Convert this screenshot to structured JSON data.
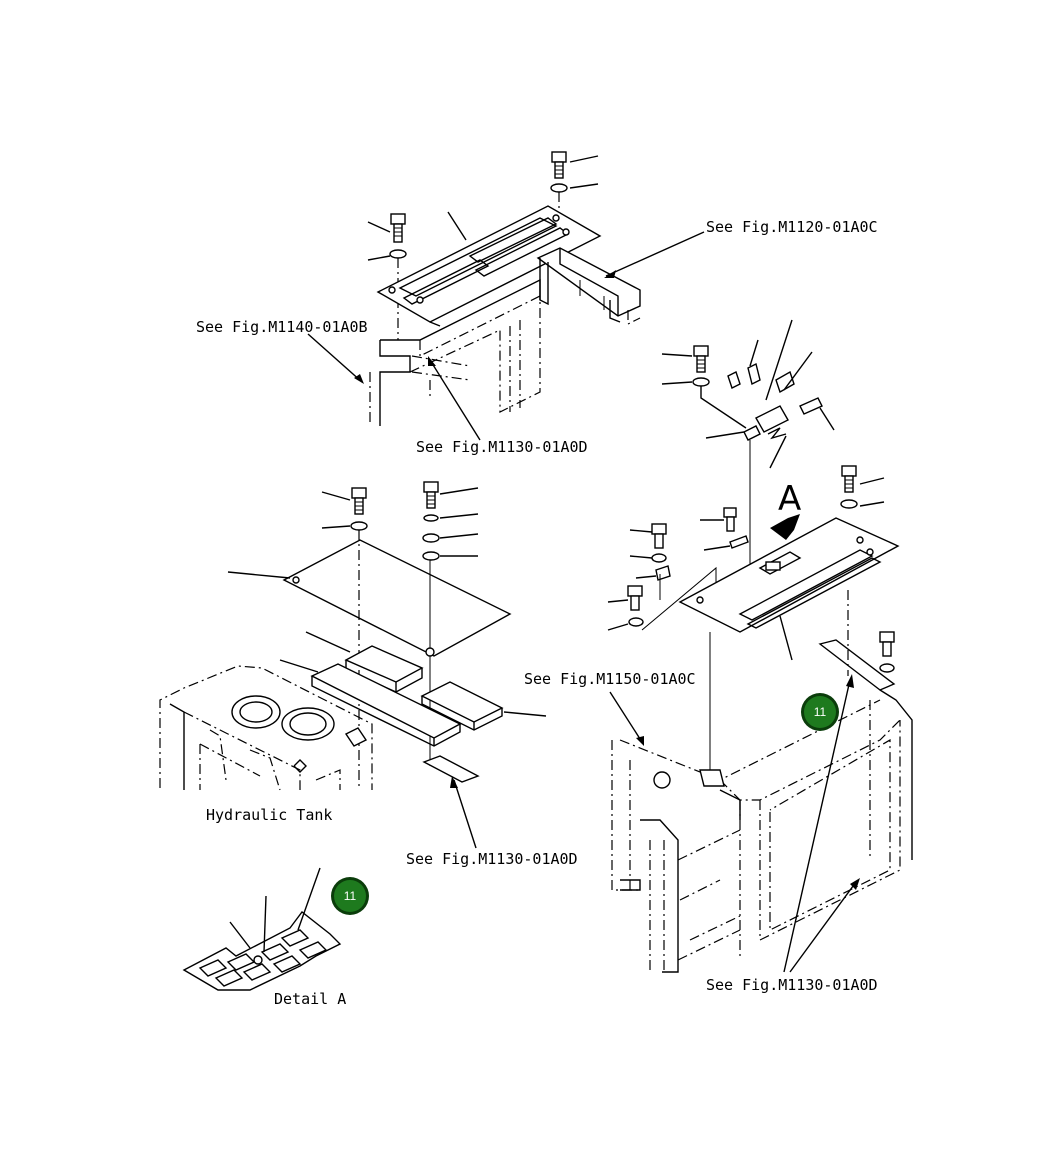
{
  "labels": {
    "ref_m1120_top": "See Fig.M1120-01A0C",
    "ref_m1140": "See Fig.M1140-01A0B",
    "ref_m1130_upper": "See Fig.M1130-01A0D",
    "ref_m1150": "See Fig.M1150-01A0C",
    "ref_m1130_middle": "See Fig.M1130-01A0D",
    "ref_m1130_bottom": "See Fig.M1130-01A0D",
    "hydraulic_tank": "Hydraulic Tank",
    "detail_a": "Detail A",
    "view_arrow": "A"
  },
  "callouts": [
    {
      "id": "callout-right",
      "number": "11"
    },
    {
      "id": "callout-left",
      "number": "11"
    }
  ],
  "colors": {
    "badge_fill": "#1e7a1e",
    "badge_ring": "#0b3d0b",
    "line": "#000000",
    "background": "#ffffff"
  }
}
